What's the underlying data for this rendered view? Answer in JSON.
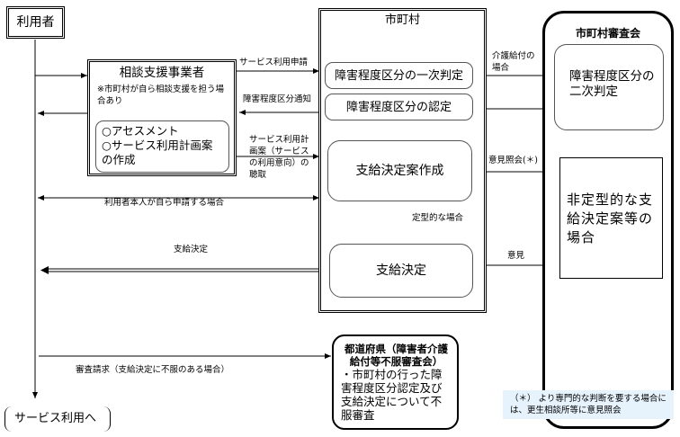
{
  "nodes": {
    "user": "利用者",
    "consult_provider": {
      "title": "相談支援事業者",
      "note": "※市町村が自ら相談支援を担う場合あり",
      "tasks": [
        "○アセスメント",
        "○サービス利用計画案の作成"
      ]
    },
    "municipality": {
      "title": "市町村",
      "primary_judgment": "障害程度区分の一次判定",
      "certification": "障害程度区分の認定",
      "draft_decision": "支給決定案作成",
      "decision": "支給決定"
    },
    "review_board": {
      "title": "市町村審査会",
      "secondary_judgment": "障害程度区分の二次判定",
      "atypical": "非定型的な支給決定案等の場合"
    },
    "prefecture": {
      "title": "都道府県（障害者介護給付等不服審査会）",
      "body": "・市町村の行った障害程度区分認定及び支給決定について不服審査"
    },
    "service_use": "サービス利用へ"
  },
  "edges": {
    "service_application": "サービス利用申請",
    "level_notice": "障害程度区分通知",
    "plan_hearing": "サービス利用計画案（サービスの利用意向）の聴取",
    "self_application": "利用者本人が自ら申請する場合",
    "care_benefit": "介護給付の場合",
    "opinion_inquiry": "意見照会(＊)",
    "typical_case": "定型的な場合",
    "opinion": "意見",
    "decision_notice": "支給決定",
    "appeal": "審査請求（支給決定に不服のある場合）"
  },
  "footnote": "（＊） より専門的な判断を要する場合には、更生相談所等に意見照会"
}
